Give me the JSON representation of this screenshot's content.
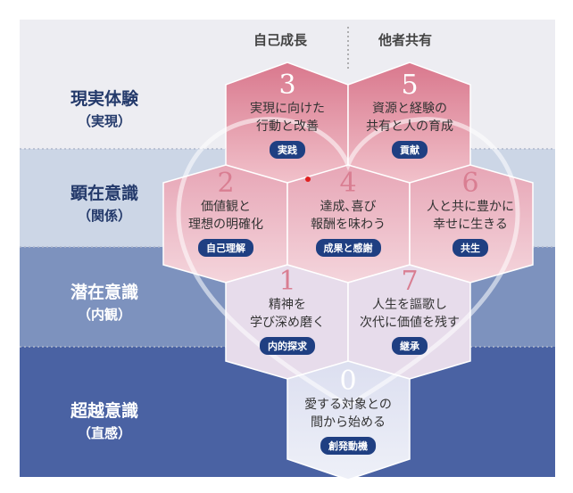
{
  "columns": {
    "left": "自己成長",
    "right": "他者共有"
  },
  "bands": [
    {
      "title": "現実体験",
      "subtitle": "（実現）",
      "color": "#ededf2"
    },
    {
      "title": "顕在意識",
      "subtitle": "（関係）",
      "color": "#ccd6e6"
    },
    {
      "title": "潜在意識",
      "subtitle": "（内観）",
      "color": "#7d92be"
    },
    {
      "title": "超越意識",
      "subtitle": "（直感）",
      "color": "#4a62a3"
    }
  ],
  "hexagons": [
    {
      "num": "3",
      "line1": "実現に向けた",
      "line2": "行動と改善",
      "tag": "実践"
    },
    {
      "num": "5",
      "line1": "資源と経験の",
      "line2": "共有と人の育成",
      "tag": "貢献"
    },
    {
      "num": "2",
      "line1": "価値観と",
      "line2": "理想の明確化",
      "tag": "自己理解"
    },
    {
      "num": "4",
      "line1": "達成､喜び",
      "line2": "報酬を味わう",
      "tag": "成果と感謝"
    },
    {
      "num": "6",
      "line1": "人と共に豊かに",
      "line2": "幸せに生きる",
      "tag": "共生"
    },
    {
      "num": "1",
      "line1": "精神を",
      "line2": "学び深め磨く",
      "tag": "内的探求"
    },
    {
      "num": "7",
      "line1": "人生を謳歌し",
      "line2": "次代に価値を残す",
      "tag": "継承"
    },
    {
      "num": "0",
      "line1": "愛する対象との",
      "line2": "間から始める",
      "tag": "創発動機"
    }
  ],
  "colors": {
    "pink": "#d97e92",
    "tag": "#1f3f82",
    "navy_text": "#243a6b"
  }
}
